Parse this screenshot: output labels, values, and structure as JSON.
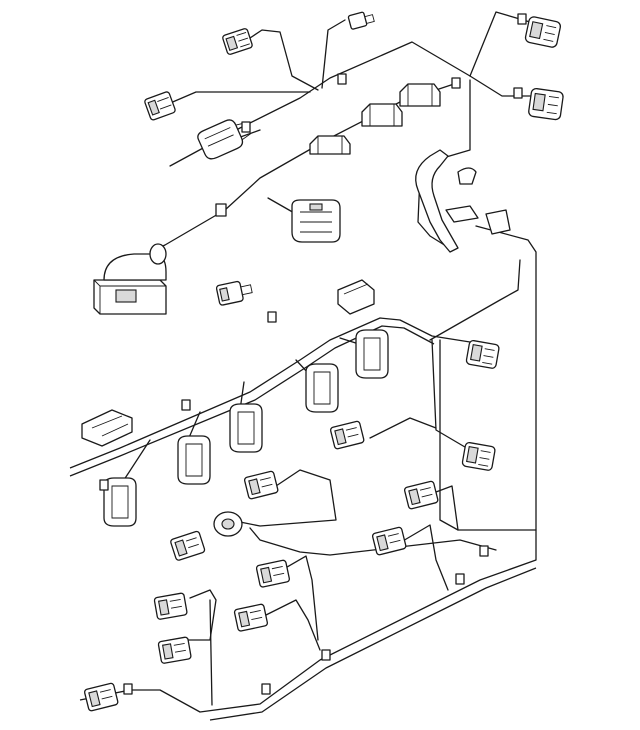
{
  "figure": {
    "kind": "wiring-harness-exploded-view",
    "line_color": "#1a1a1a",
    "background": "#ffffff"
  },
  "connectors": [
    {
      "id": "c1"
    },
    {
      "id": "c2"
    },
    {
      "id": "c3"
    },
    {
      "id": "c4"
    },
    {
      "id": "c5"
    },
    {
      "id": "c6"
    },
    {
      "id": "c7"
    },
    {
      "id": "c8"
    },
    {
      "id": "c9"
    },
    {
      "id": "c10"
    },
    {
      "id": "c11"
    },
    {
      "id": "c12"
    },
    {
      "id": "c13"
    },
    {
      "id": "c14"
    },
    {
      "id": "c15"
    },
    {
      "id": "c16"
    },
    {
      "id": "c17"
    },
    {
      "id": "c18"
    },
    {
      "id": "c19"
    },
    {
      "id": "c20"
    },
    {
      "id": "c21"
    }
  ]
}
